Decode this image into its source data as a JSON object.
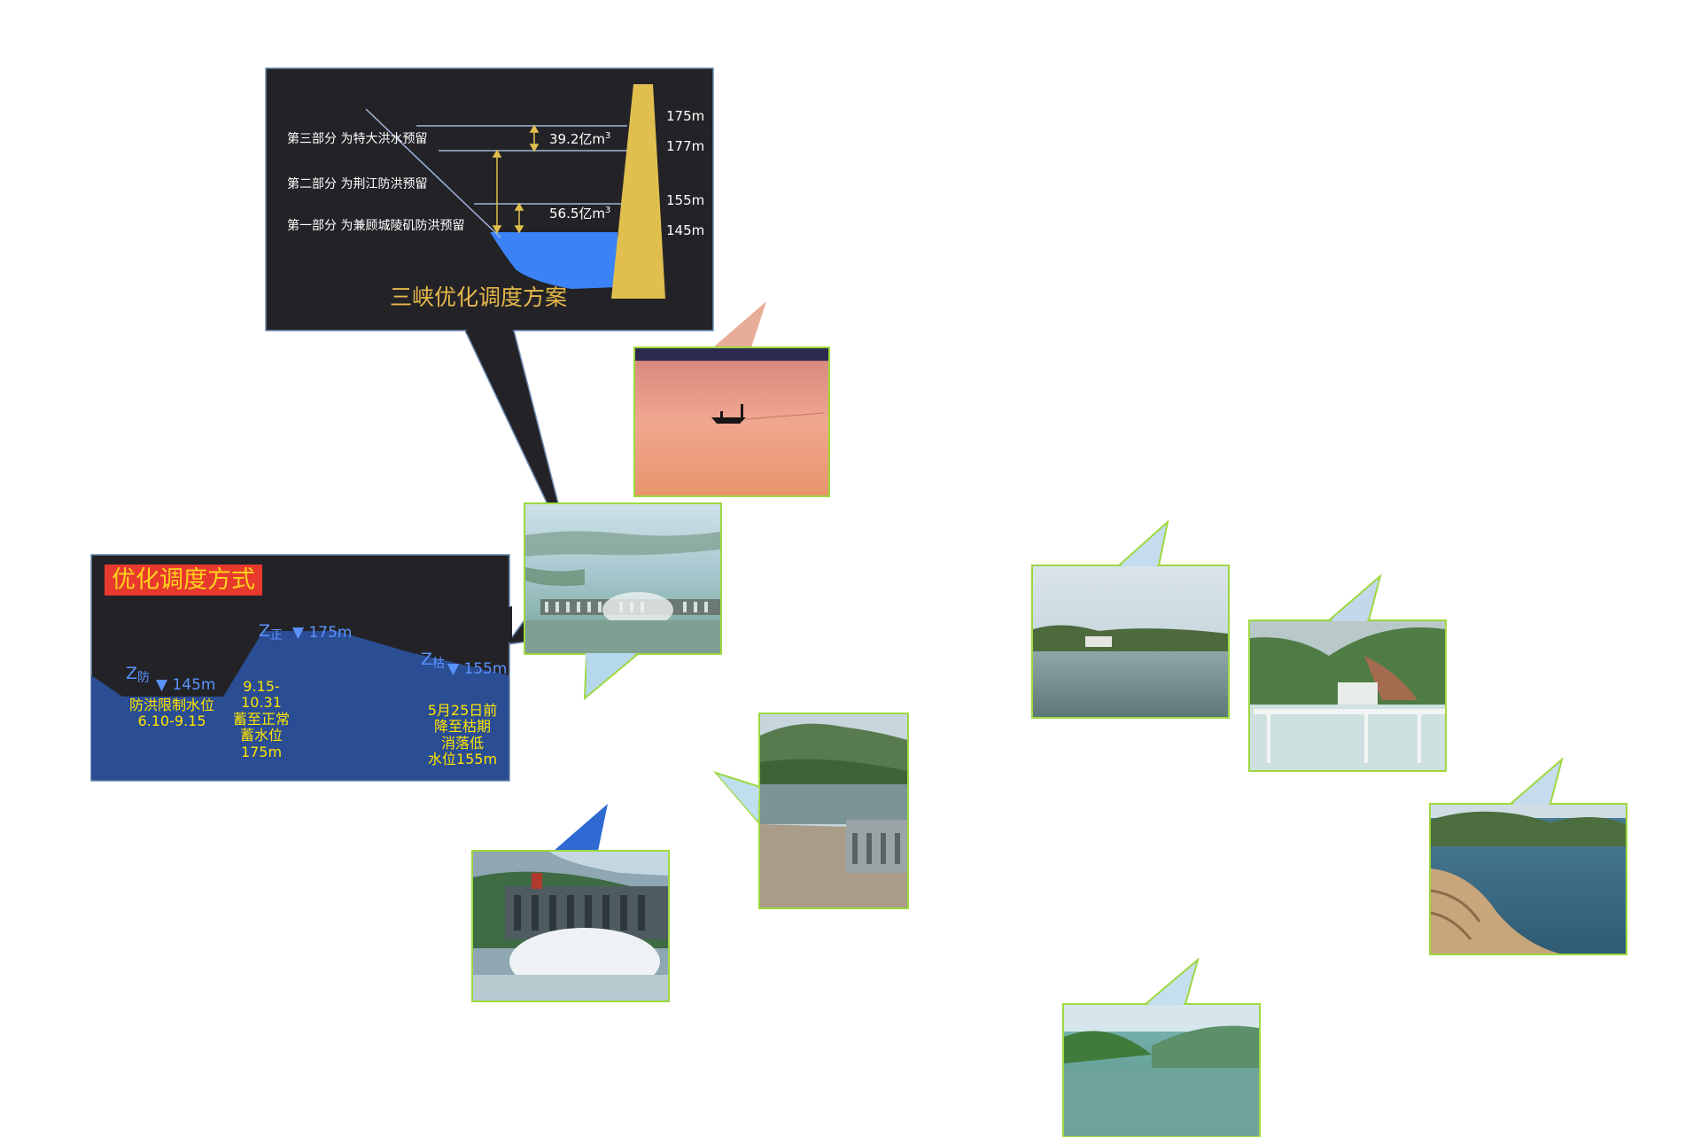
{
  "scheme_panel": {
    "title": "三峡优化调度方案",
    "parts": [
      {
        "label": "第三部分  为特大洪水预留"
      },
      {
        "label": "第二部分  为荆江防洪预留"
      },
      {
        "label": "第一部分  为兼顾城陵矶防洪预留"
      }
    ],
    "volumes": [
      "39.2亿m",
      "56.5亿m"
    ],
    "volume_unit_sup": "3",
    "elevations": [
      "175m",
      "177m",
      "155m",
      "145m"
    ]
  },
  "mode_panel": {
    "title": "优化调度方式",
    "stages": [
      {
        "z_main": "Z",
        "z_sub": "防",
        "level": "145m",
        "desc1": "防洪限制水位",
        "desc2": "6.10-9.15"
      },
      {
        "z_main": "Z",
        "z_sub": "正",
        "level": "175m",
        "desc1": "9.15-",
        "desc2": "10.31",
        "desc3": "蓄至正常",
        "desc4": "蓄水位",
        "desc5": "175m"
      },
      {
        "z_main": "Z",
        "z_sub": "枯",
        "level": "155m",
        "desc1": "5月25日前",
        "desc2": "降至枯期",
        "desc3": "消落低",
        "desc4": "水位155m"
      }
    ],
    "triangle": "▼"
  },
  "photos": [
    {
      "name": "sunset-boat-photo"
    },
    {
      "name": "three-gorges-dam-aerial-photo"
    },
    {
      "name": "dam-spillway-photo"
    },
    {
      "name": "mountain-reservoir-dam-photo"
    },
    {
      "name": "lake-village-photo"
    },
    {
      "name": "hillside-bridge-photo"
    },
    {
      "name": "reservoir-shore-photo"
    },
    {
      "name": "green-hills-lake-photo"
    }
  ],
  "colors": {
    "panel_bg": "#232327",
    "water_blue": "#3b82f6",
    "mode_water": "#2a4d93",
    "dam_gold": "#e0bf4f",
    "frame_green": "#9ed840",
    "bubble_tail": "#b6d8ec"
  }
}
